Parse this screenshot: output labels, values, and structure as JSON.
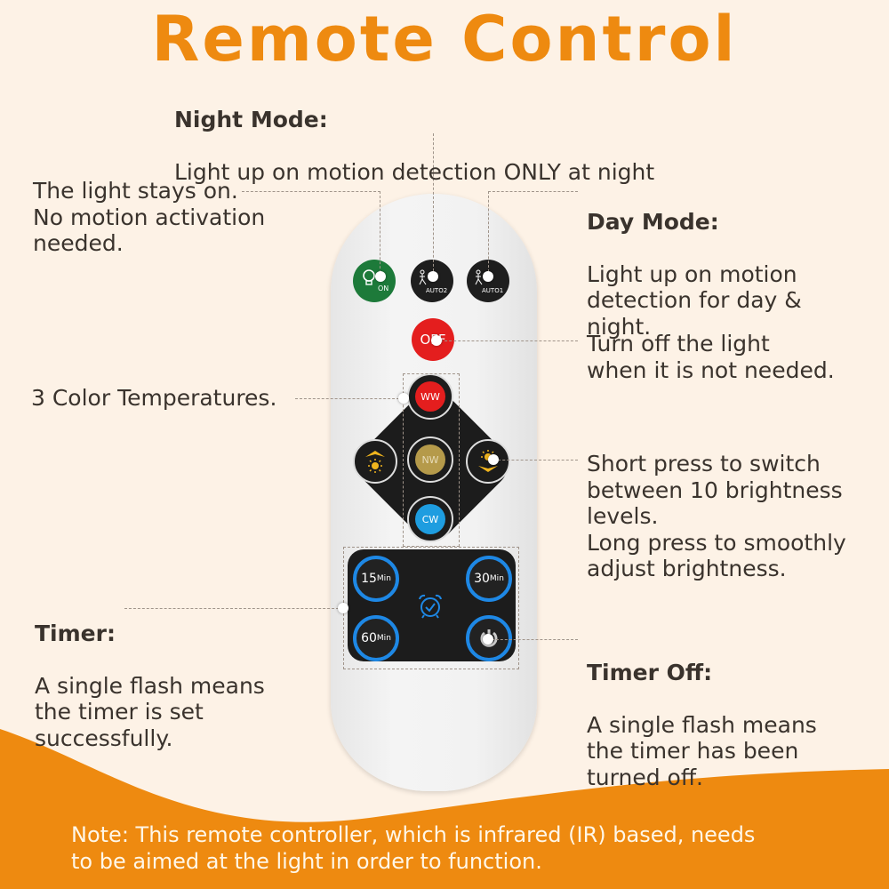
{
  "title": "Remote Control",
  "colors": {
    "background": "#fdf2e6",
    "accent_orange": "#ee8a10",
    "text": "#3a332d",
    "on_button": "#1d7a3a",
    "auto_button": "#1e1e1e",
    "off_button": "#e41e1e",
    "ww_button": "#e41e1e",
    "nw_button": "#b59a4a",
    "cw_button": "#1e9de0",
    "timer_ring": "#1e88e5",
    "brightness_icon": "#f0b51e"
  },
  "callouts": {
    "night_mode": {
      "heading": "Night Mode:",
      "body": "Light up on motion detection ONLY at night"
    },
    "always_on": {
      "body": "The light stays on.\nNo motion activation\nneeded."
    },
    "day_mode": {
      "heading": "Day Mode:",
      "body": "Light up on motion\ndetection for day &\nnight."
    },
    "off": {
      "body": "Turn off the light\nwhen it is not needed."
    },
    "color_temps": {
      "body": "3 Color Temperatures."
    },
    "brightness": {
      "body": "Short press to switch\nbetween 10 brightness\nlevels.\nLong press to smoothly\nadjust brightness."
    },
    "timer": {
      "heading": "Timer:",
      "body": "A single flash means\nthe timer is set\nsuccessfully."
    },
    "timer_off": {
      "heading": "Timer Off:",
      "body": "A single flash means\nthe timer has been\nturned off."
    }
  },
  "remote": {
    "buttons": {
      "on": "ON",
      "auto2": "AUTO2",
      "auto1": "AUTO1",
      "off": "OFF",
      "ww": "WW",
      "nw": "NW",
      "cw": "CW",
      "t15": {
        "num": "15",
        "unit": "Min"
      },
      "t30": {
        "num": "30",
        "unit": "Min"
      },
      "t60": {
        "num": "60",
        "unit": "Min"
      },
      "timer_off": "OFF"
    },
    "icons": [
      "bulb-icon",
      "motion-night-icon",
      "motion-day-icon",
      "brightness-up-icon",
      "brightness-down-icon",
      "alarm-clock-icon",
      "power-icon"
    ]
  },
  "note": "Note: This remote controller, which is infrared (IR) based, needs\nto be aimed at the light in order to function."
}
